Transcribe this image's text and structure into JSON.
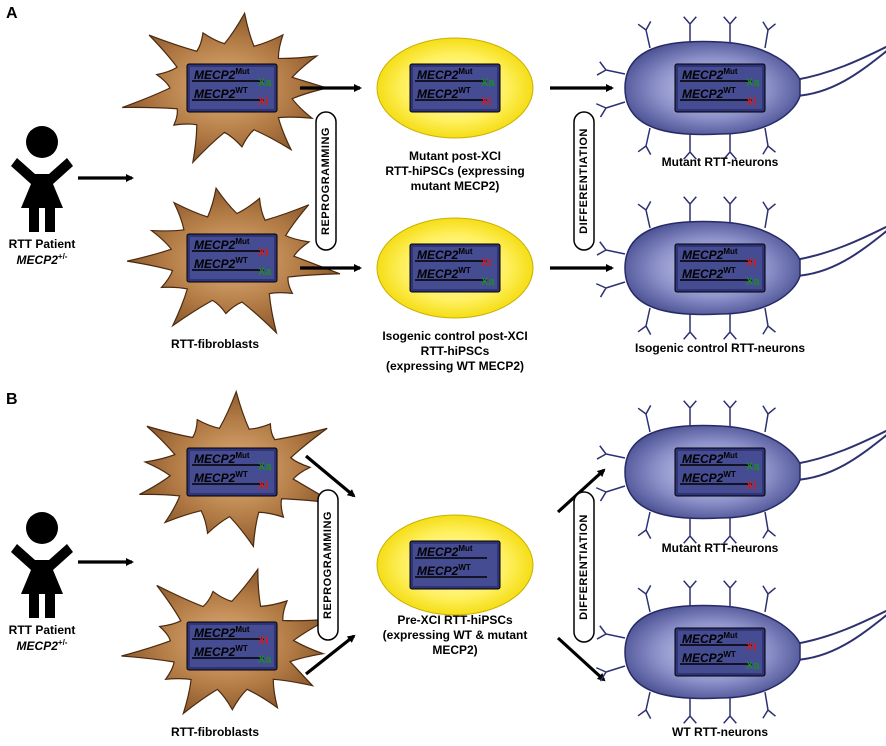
{
  "panels": [
    {
      "letter": "A",
      "patient": {
        "line1": "RTT Patient",
        "line2": "MECP2",
        "line2_sup": "+/-"
      },
      "fibroblasts_label": "RTT-fibroblasts",
      "reprogramming_label": "REPROGRAMMING",
      "differentiation_label": "DIFFERENTIATION",
      "fibroblasts": [
        {
          "row1_state": "Xa",
          "row2_state": "Xi"
        },
        {
          "row1_state": "Xi",
          "row2_state": "Xa"
        }
      ],
      "hipscs": [
        {
          "row1_state": "Xa",
          "row2_state": "Xi",
          "caption": [
            "Mutant post-XCI",
            "RTT-hiPSCs (expressing",
            "mutant MECP2)"
          ]
        },
        {
          "row1_state": "Xi",
          "row2_state": "Xa",
          "caption": [
            "Isogenic control post-XCI",
            "RTT-hiPSCs",
            "(expressing WT MECP2)"
          ]
        }
      ],
      "neurons": [
        {
          "row1_state": "Xa",
          "row2_state": "Xi",
          "caption": "Mutant RTT-neurons"
        },
        {
          "row1_state": "Xi",
          "row2_state": "Xa",
          "caption": "Isogenic control RTT-neurons"
        }
      ]
    },
    {
      "letter": "B",
      "patient": {
        "line1": "RTT Patient",
        "line2": "MECP2",
        "line2_sup": "+/-"
      },
      "fibroblasts_label": "RTT-fibroblasts",
      "reprogramming_label": "REPROGRAMMING",
      "differentiation_label": "DIFFERENTIATION",
      "fibroblasts": [
        {
          "row1_state": "Xa",
          "row2_state": "Xi"
        },
        {
          "row1_state": "Xi",
          "row2_state": "Xa"
        }
      ],
      "hipscs": [
        {
          "row1_state": "",
          "row2_state": "",
          "caption": [
            "Pre-XCI RTT-hiPSCs",
            "(expressing WT & mutant",
            "MECP2)"
          ]
        }
      ],
      "neurons": [
        {
          "row1_state": "Xa",
          "row2_state": "Xi",
          "caption": "Mutant RTT-neurons"
        },
        {
          "row1_state": "Xi",
          "row2_state": "Xa",
          "caption": "WT RTT-neurons"
        }
      ]
    }
  ],
  "gene_rows": [
    {
      "name": "MECP2",
      "sup": "Mut"
    },
    {
      "name": "MECP2",
      "sup": "WT"
    }
  ],
  "colors": {
    "fibroblast": "#8b5a2b",
    "fibroblast_light": "#d3a06a",
    "hipsc": "#ffe61a",
    "hipsc_light": "#fff6a8",
    "neuron": "#454a8c",
    "neuron_light": "#b7bbe6",
    "chromosome_box": "#2f3478",
    "xa": "#1e8a2a",
    "xi": "#d21e1e"
  }
}
